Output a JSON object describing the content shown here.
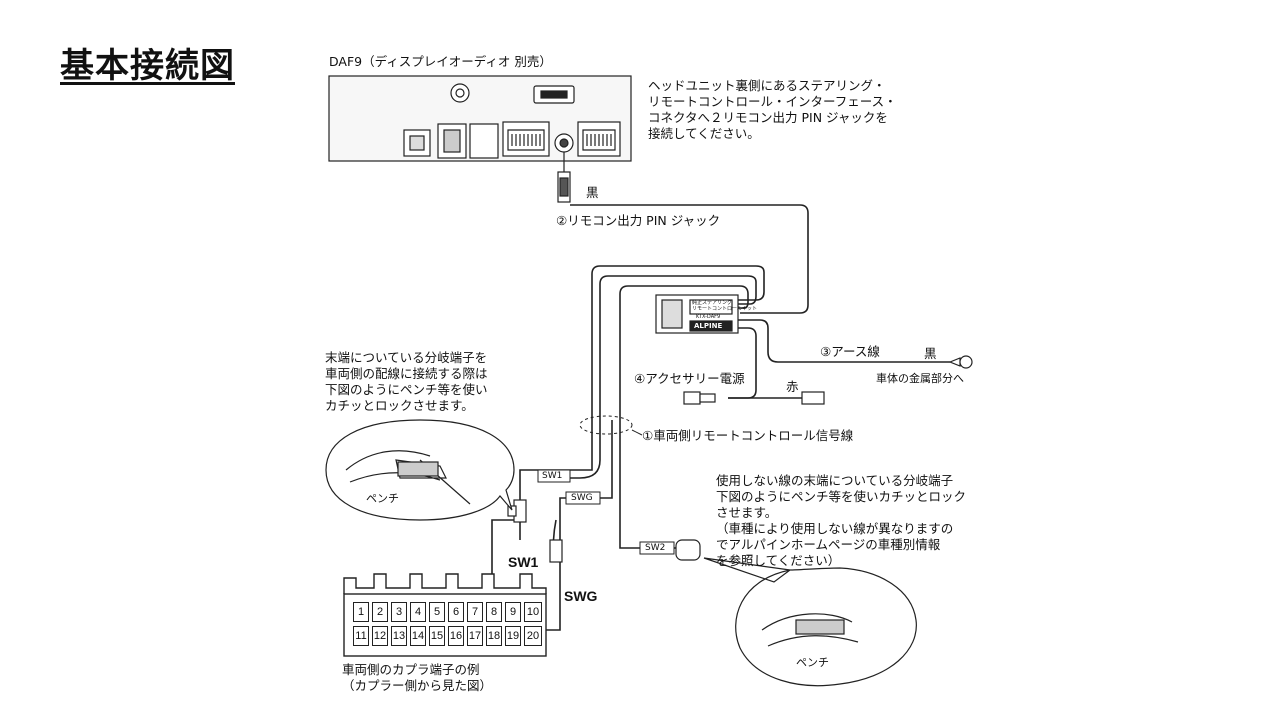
{
  "title": "基本接続図",
  "head_unit": {
    "label": "DAF9（ディスプレイオーディオ 別売）",
    "note": "ヘッドユニット裏側にあるステアリング・\nリモートコントロール・インターフェース・\nコネクタへ２リモコン出力 PIN ジャックを\n接続してください。"
  },
  "labels": {
    "black_top": "黒",
    "remote_pin": "②リモコン出力 PIN ジャック",
    "earth": "③アース線",
    "earth_black": "黒",
    "metal": "車体の金属部分へ",
    "acc": "④アクセサリー電源",
    "red": "赤",
    "vehicle_signal": "①車両側リモートコントロール信号線",
    "sw1_tag": "SW1",
    "swg_tag": "SWG",
    "sw2_tag": "SW2",
    "sw1_big": "SW1",
    "swg_big": "SWG",
    "pliers_left": "ペンチ",
    "pliers_right": "ペンチ"
  },
  "module": {
    "line1": "純正ステアリング",
    "line2": "リモートコントロールキット",
    "model": "KTX-DAF9",
    "brand": "ALPINE"
  },
  "left_note": "末端についている分岐端子を\n車両側の配線に接続する際は\n下図のようにペンチ等を使い\nカチッとロックさせます。",
  "right_note": "使用しない線の末端についている分岐端子\n下図のようにペンチ等を使いカチッとロック\nさせます。\n（車種により使用しない線が異なりますの\n でアルパインホームページの車種別情報\n を参照してください）",
  "coupler": {
    "row1": [
      "1",
      "2",
      "3",
      "4",
      "5",
      "6",
      "7",
      "8",
      "9",
      "10"
    ],
    "row2": [
      "11",
      "12",
      "13",
      "14",
      "15",
      "16",
      "17",
      "18",
      "19",
      "20"
    ],
    "caption": "車両側のカプラ端子の例\n（カプラー側から見た図）"
  }
}
